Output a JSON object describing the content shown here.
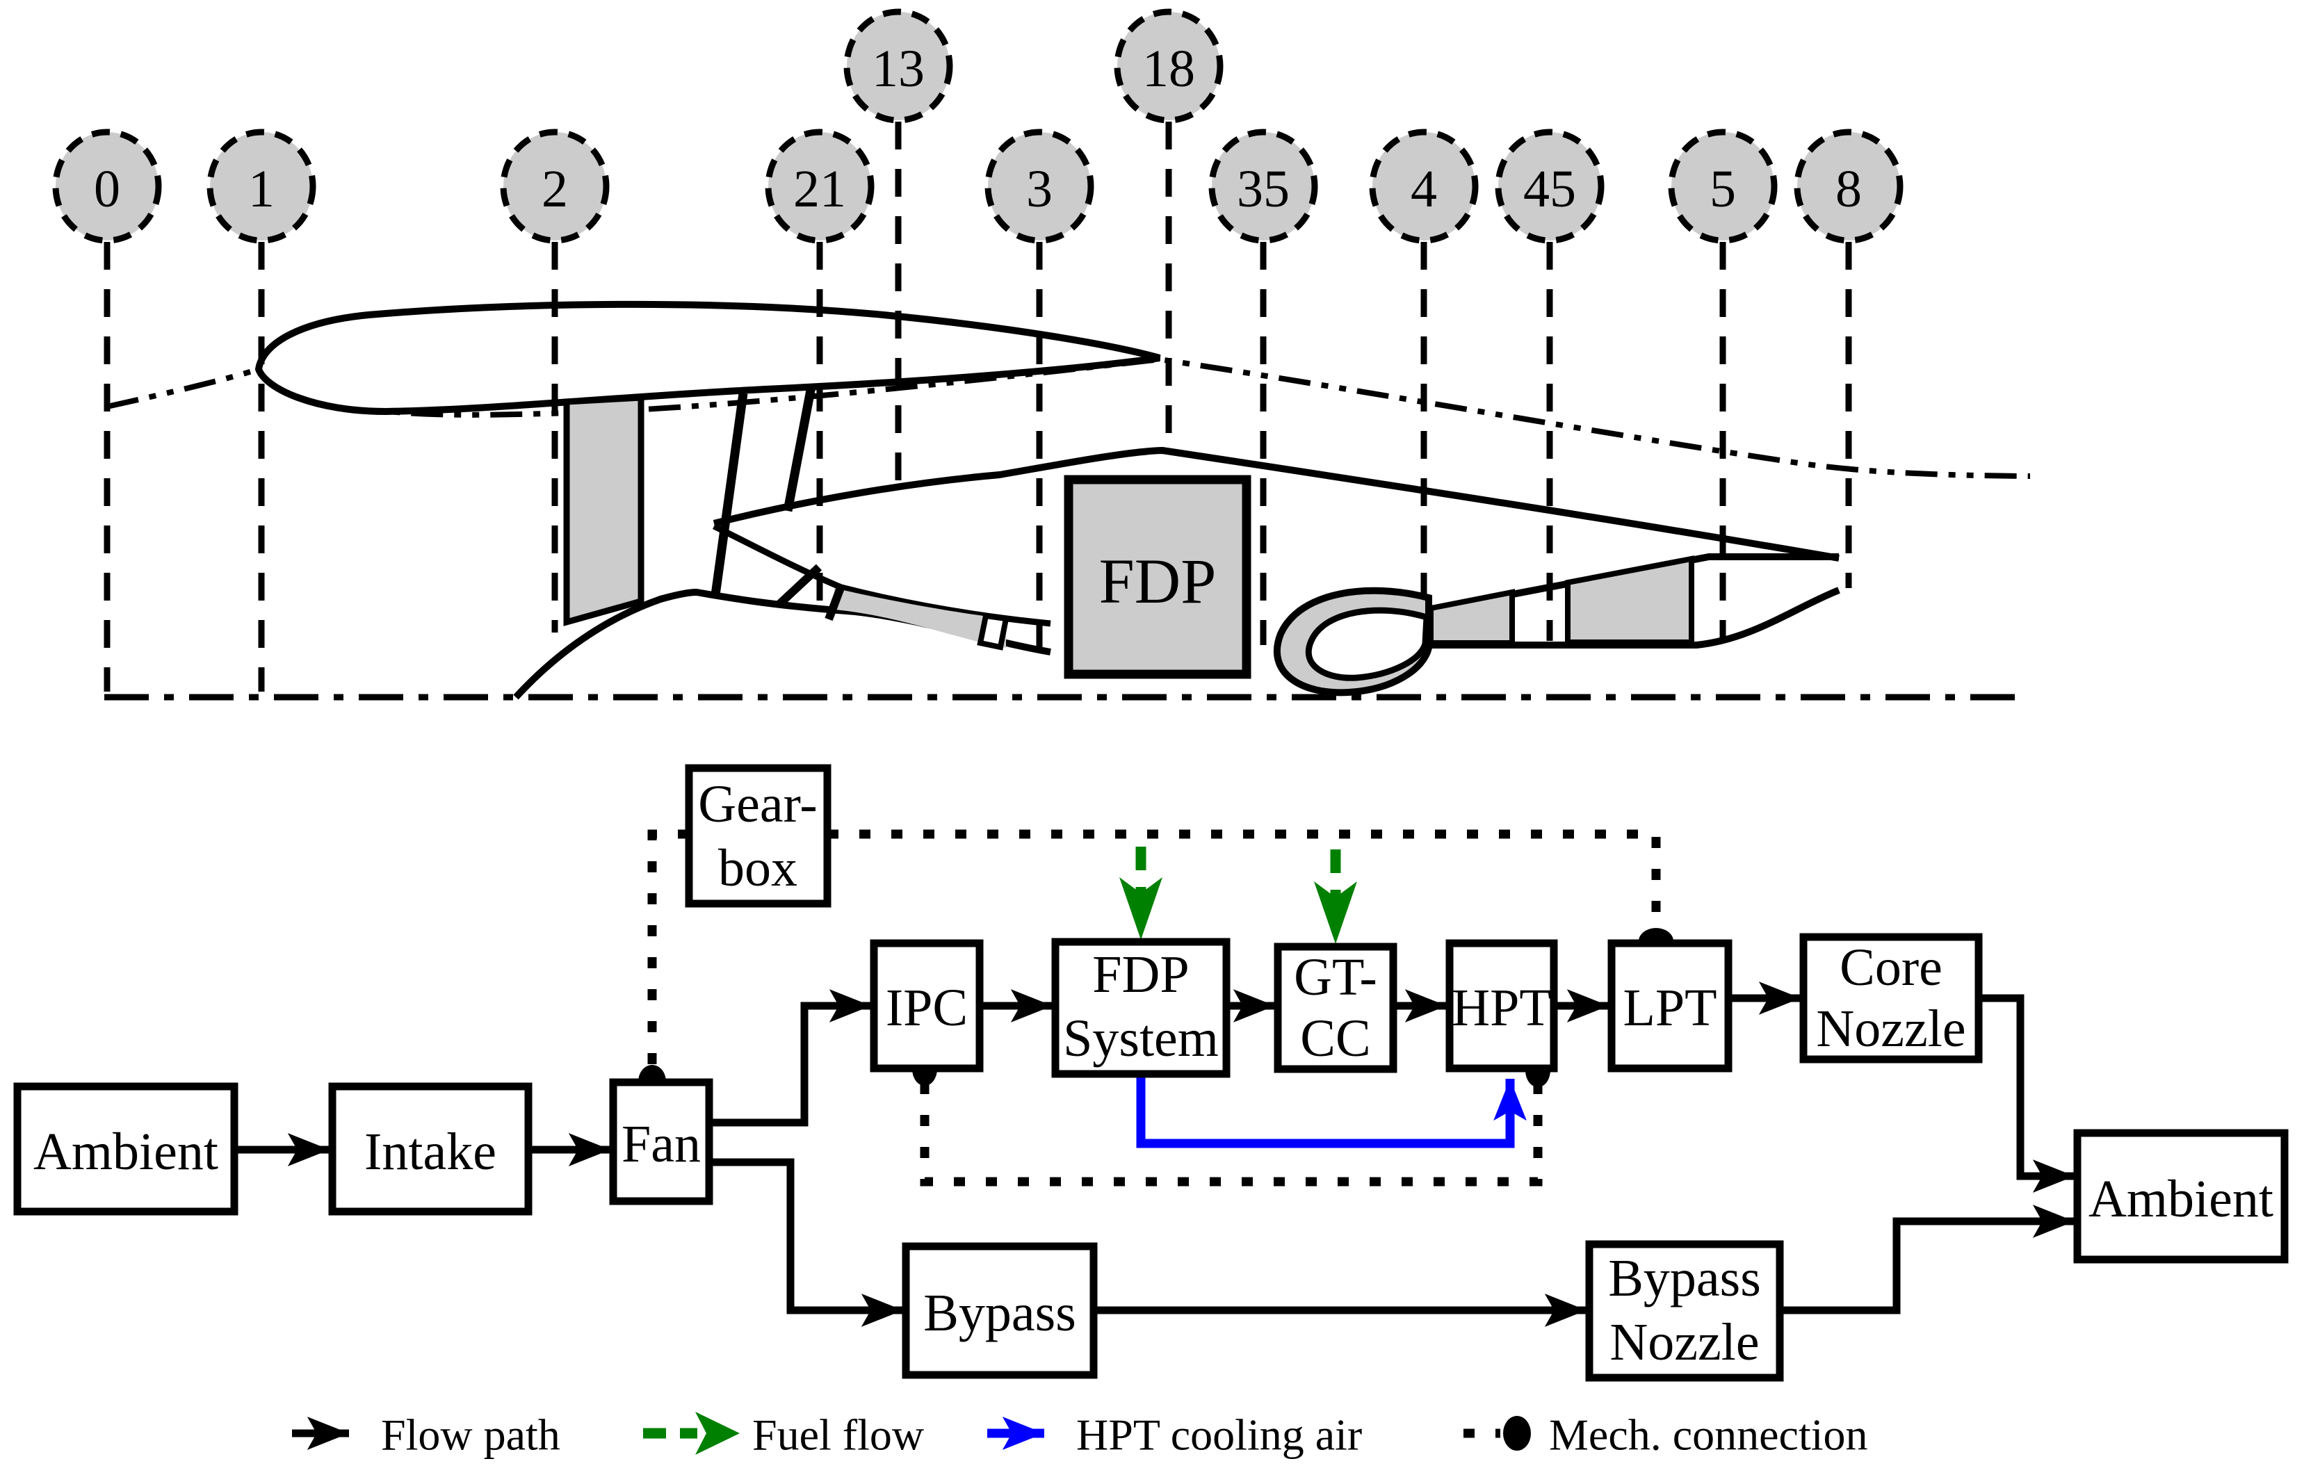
{
  "figure": {
    "description": "Geared turbofan engine station numbering schematic with FDP (fan drive power) system and component flow block diagram"
  },
  "stations": [
    {
      "label": "0"
    },
    {
      "label": "1"
    },
    {
      "label": "2"
    },
    {
      "label": "21"
    },
    {
      "label": "13"
    },
    {
      "label": "3"
    },
    {
      "label": "18"
    },
    {
      "label": "35"
    },
    {
      "label": "4"
    },
    {
      "label": "45"
    },
    {
      "label": "5"
    },
    {
      "label": "8"
    }
  ],
  "engine": {
    "fdp_label": "FDP"
  },
  "blocks": {
    "ambient_left": {
      "label": "Ambient"
    },
    "intake": {
      "label": "Intake"
    },
    "fan": {
      "label": "Fan"
    },
    "gearbox": {
      "line1": "Gear-",
      "line2": "box"
    },
    "ipc": {
      "label": "IPC"
    },
    "fdp_system": {
      "line1": "FDP",
      "line2": "System"
    },
    "gt_cc": {
      "line1": "GT-",
      "line2": "CC"
    },
    "hpt": {
      "label": "HPT"
    },
    "lpt": {
      "label": "LPT"
    },
    "core_nozzle": {
      "line1": "Core",
      "line2": "Nozzle"
    },
    "ambient_right": {
      "label": "Ambient"
    },
    "bypass": {
      "label": "Bypass"
    },
    "bypass_nozzle": {
      "line1": "Bypass",
      "line2": "Nozzle"
    }
  },
  "legend": {
    "flow_path": "Flow path",
    "fuel_flow": "Fuel flow",
    "hpt_cooling_air": "HPT cooling air",
    "mech_connection": "Mech. connection"
  },
  "colors": {
    "fuel_green": "#008000",
    "cooling_blue": "#0000ff",
    "component_gray": "#cccccc"
  }
}
